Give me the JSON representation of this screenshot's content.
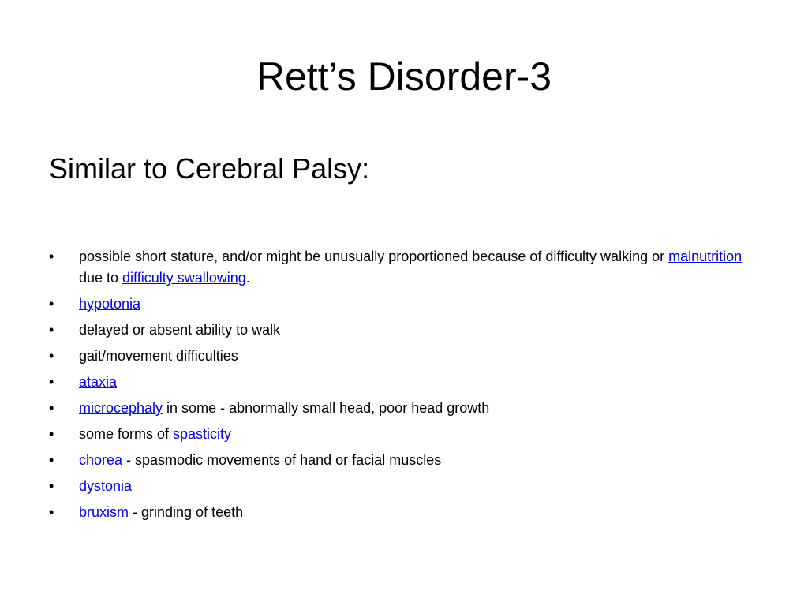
{
  "slide": {
    "title": "Rett’s Disorder-3",
    "subtitle": "Similar to Cerebral Palsy:",
    "bullet_glyph": "•",
    "bullets": [
      {
        "pre": "possible short stature, and/or might be unusually proportioned because of difficulty walking or ",
        "link1": "malnutrition",
        "mid": " due to ",
        "link2": "difficulty swallowing",
        "post": "."
      },
      {
        "link": "hypotonia"
      },
      {
        "text": "delayed or absent ability to walk"
      },
      {
        "text": "gait/movement difficulties"
      },
      {
        "link": "ataxia"
      },
      {
        "link": "microcephaly",
        "post": " in some - abnormally small head, poor head growth"
      },
      {
        "pre": "some forms of ",
        "link": "spasticity"
      },
      {
        "link": "chorea",
        "post": " - spasmodic movements of hand or facial muscles"
      },
      {
        "link": "dystonia"
      },
      {
        "link": "bruxism",
        "post": " - grinding of teeth"
      }
    ]
  },
  "colors": {
    "background": "#ffffff",
    "text": "#000000",
    "link": "#0000ee"
  }
}
